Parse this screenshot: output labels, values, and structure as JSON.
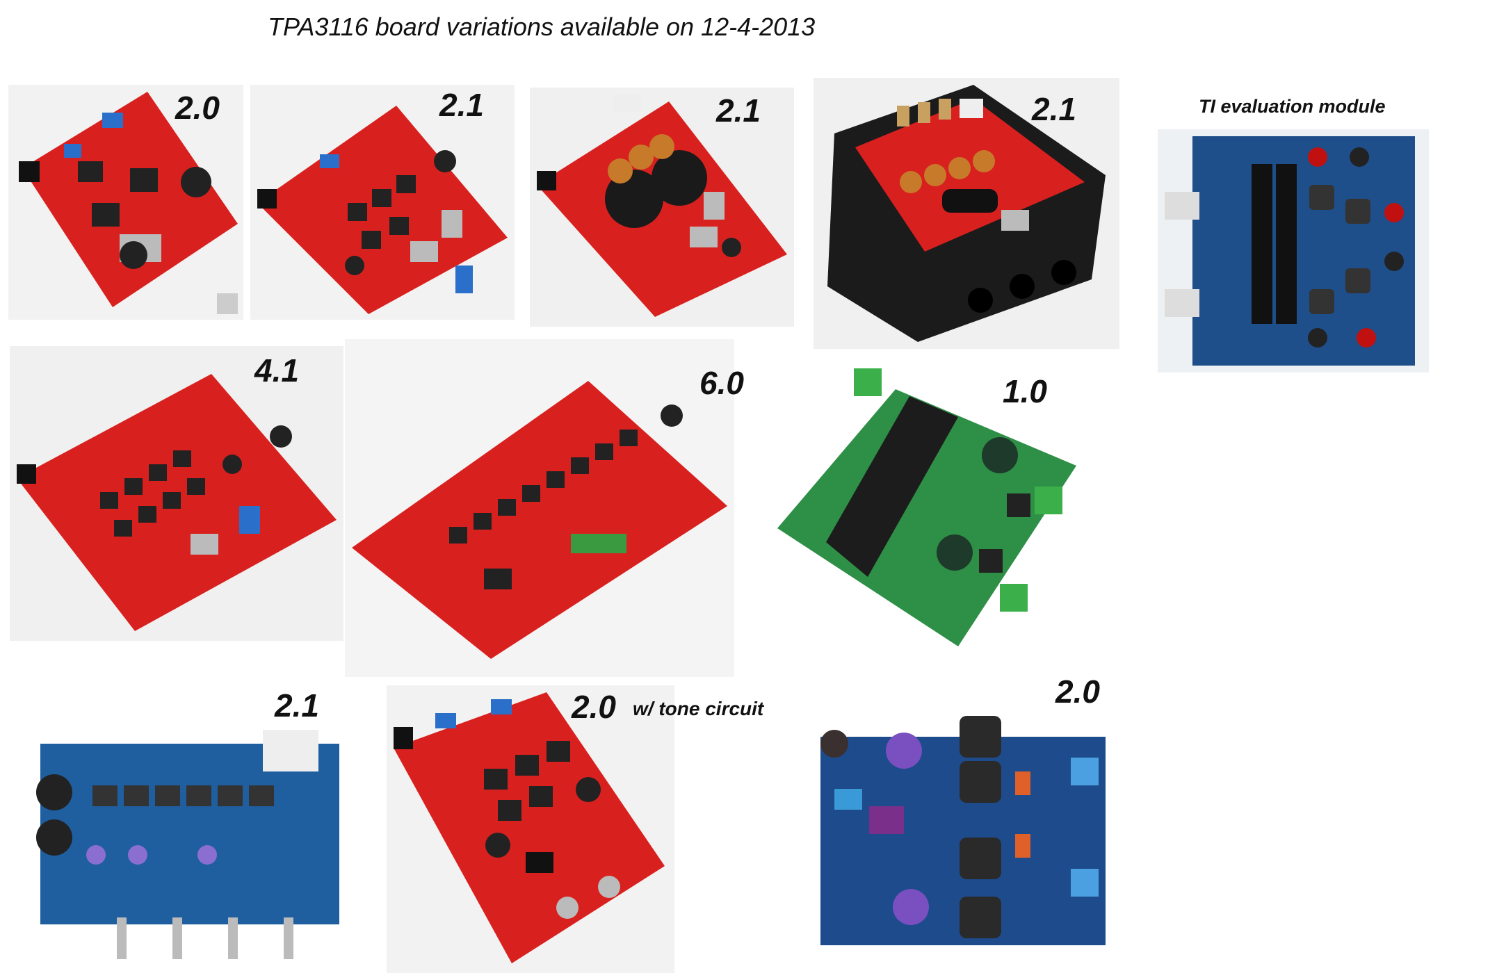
{
  "title": "TPA3116 board variations available on 12-4-2013",
  "boards": [
    {
      "label": "2.0"
    },
    {
      "label": "2.1"
    },
    {
      "label": "2.1"
    },
    {
      "label": "2.1"
    },
    {
      "label": "TI  evaluation module"
    },
    {
      "label": "4.1"
    },
    {
      "label": "6.0"
    },
    {
      "label": "1.0"
    },
    {
      "label": "2.1"
    },
    {
      "label": "2.0",
      "note": "w/ tone circuit"
    },
    {
      "label": "2.0"
    }
  ],
  "colors": {
    "red_pcb": "#d8211f",
    "green_pcb": "#2e8f47",
    "blue_pcb": "#1f4f8a",
    "black_case": "#1b1b1b",
    "heatsink": "#222222"
  }
}
